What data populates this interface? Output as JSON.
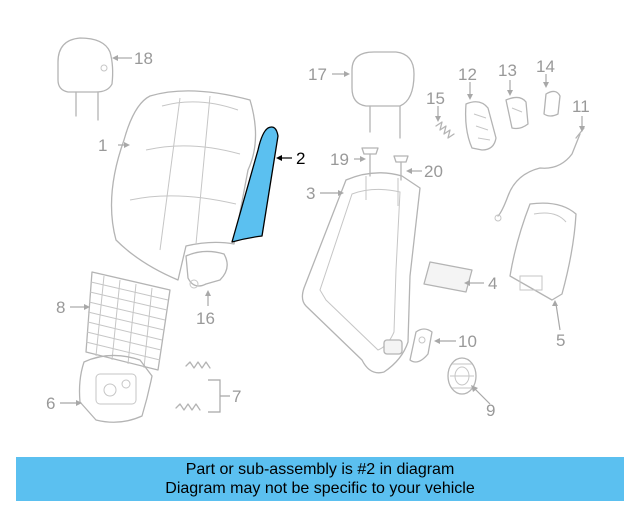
{
  "colors": {
    "highlight_fill": "#5bc0f0",
    "caption_background": "#5bc0f0",
    "part_stroke": "#b4b4b4",
    "callout_text": "#999999",
    "highlight_text": "#000000"
  },
  "highlighted_part": "2",
  "callouts": {
    "c1": "1",
    "c2": "2",
    "c3": "3",
    "c4": "4",
    "c5": "5",
    "c6": "6",
    "c7": "7",
    "c8": "8",
    "c9": "9",
    "c10": "10",
    "c11": "11",
    "c12": "12",
    "c13": "13",
    "c14": "14",
    "c15": "15",
    "c16": "16",
    "c17": "17",
    "c18": "18",
    "c19": "19",
    "c20": "20"
  },
  "caption": {
    "line1": "Part or sub-assembly is #2 in diagram",
    "line2": "Diagram may not be specific to your vehicle"
  }
}
